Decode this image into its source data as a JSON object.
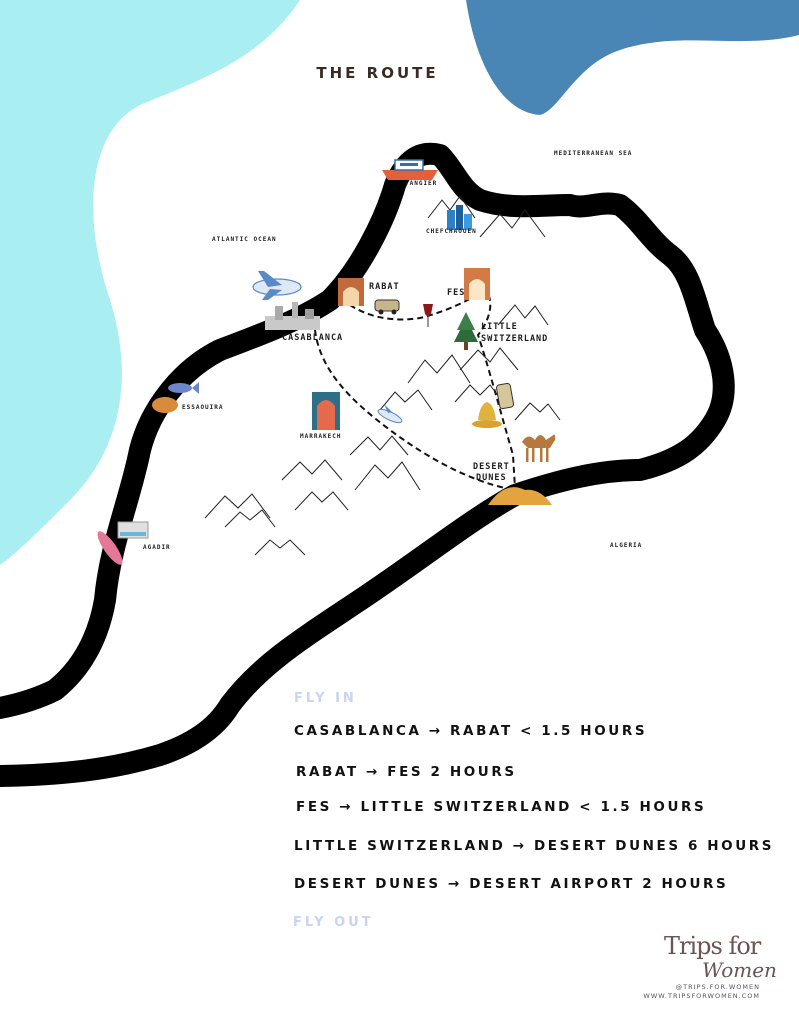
{
  "title": "THE ROUTE",
  "colors": {
    "sea_light": "#a9eef0",
    "sea_dark": "#4a86b5",
    "road": "#000000",
    "text": "#111111",
    "fly_text": "#c9d4f2",
    "brand": "#6b5552"
  },
  "regions": {
    "mediterranean": "MEDITERRANEAN SEA",
    "atlantic": "ATLANTIC OCEAN",
    "algeria": "ALGERIA"
  },
  "places": {
    "tangier": "TANGIER",
    "chefchaouen": "CHEFCHAOUEN",
    "rabat": "RABAT",
    "fes": "FES",
    "casablanca": "CASABLANCA",
    "little_switzerland_1": "LITTLE",
    "little_switzerland_2": "SWITZERLAND",
    "essaouira": "ESSAOUIRA",
    "marrakech": "MARRAKECH",
    "desert_dunes_1": "DESERT",
    "desert_dunes_2": "DUNES",
    "agadir": "AGADIR"
  },
  "icons": [
    "boat-icon",
    "mountains-icon",
    "city-icon",
    "airplane-icon",
    "arch-icon",
    "van-icon",
    "wine-icon",
    "pine-tree-icon",
    "teapot-icon",
    "camel-icon",
    "fish-icon",
    "bread-icon",
    "surfboard-icon",
    "hotel-icon",
    "dunes-icon"
  ],
  "route": {
    "fly_in": "FLY IN",
    "steps": [
      "CASABLANCA → RABAT < 1.5 HOURS",
      "RABAT → FES 2 HOURS",
      "FES → LITTLE SWITZERLAND < 1.5 HOURS",
      "LITTLE SWITZERLAND → DESERT DUNES 6 HOURS",
      "DESERT DUNES → DESERT AIRPORT 2 HOURS"
    ],
    "fly_out": "FLY OUT"
  },
  "brand": {
    "name_1": "Trips for",
    "name_2": "Women",
    "handle": "@TRIPS.FOR.WOMEN",
    "url": "WWW.TRIPSFORWOMEN.COM"
  }
}
